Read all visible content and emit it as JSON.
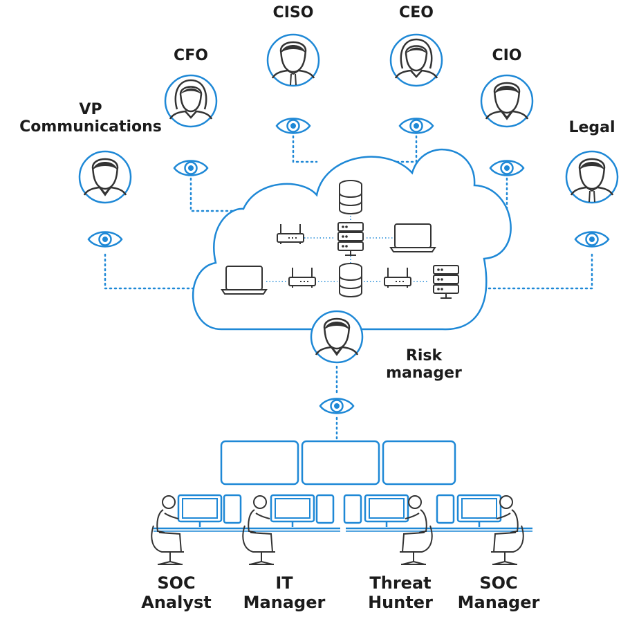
{
  "stakeholders": [
    {
      "key": "vp",
      "label_lines": [
        "VP",
        "Communications"
      ],
      "figure": "male"
    },
    {
      "key": "cfo",
      "label_lines": [
        "CFO"
      ],
      "figure": "female"
    },
    {
      "key": "ciso",
      "label_lines": [
        "CISO"
      ],
      "figure": "male-tie"
    },
    {
      "key": "ceo",
      "label_lines": [
        "CEO"
      ],
      "figure": "female"
    },
    {
      "key": "cio",
      "label_lines": [
        "CIO"
      ],
      "figure": "male"
    },
    {
      "key": "legal",
      "label_lines": [
        "Legal"
      ],
      "figure": "male-tie"
    }
  ],
  "risk_manager": {
    "label_lines": [
      "Risk",
      "manager"
    ]
  },
  "soc_team": [
    {
      "key": "soc-analyst",
      "label_lines": [
        "SOC",
        "Analyst"
      ]
    },
    {
      "key": "it-manager",
      "label_lines": [
        "IT",
        "Manager"
      ]
    },
    {
      "key": "threat-hunter",
      "label_lines": [
        "Threat",
        "Hunter"
      ]
    },
    {
      "key": "soc-manager",
      "label_lines": [
        "SOC",
        "Manager"
      ]
    }
  ],
  "icons": [
    "person-icon",
    "eye-icon",
    "cloud-icon",
    "server-icon",
    "database-icon",
    "router-icon",
    "laptop-icon",
    "monitor-icon",
    "chair-icon"
  ],
  "colors": {
    "accent": "#1e88d6",
    "ink": "#333333",
    "text": "#1b1b1b"
  }
}
